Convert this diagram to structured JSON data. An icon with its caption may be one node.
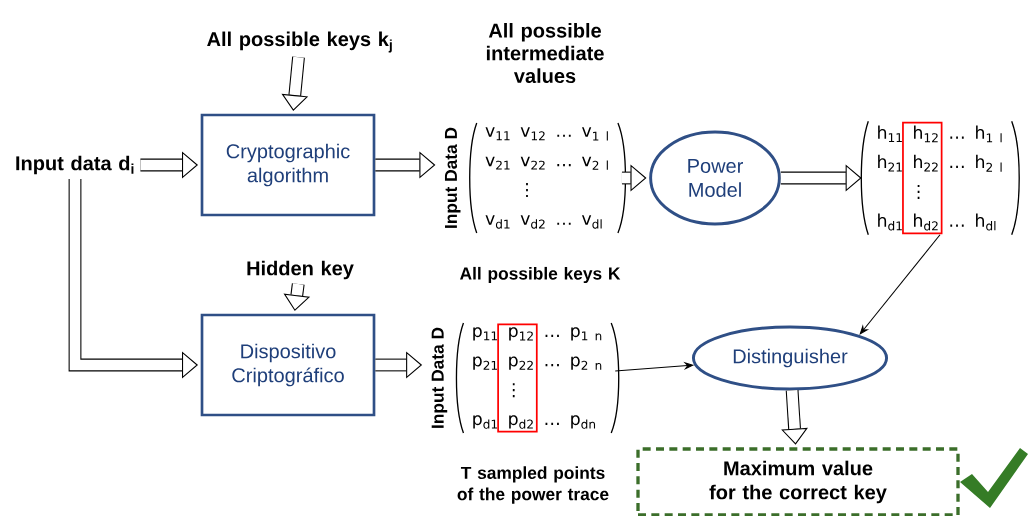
{
  "diagram": {
    "nodes": [
      {
        "text": [
          "Input data d$_{i}$"
        ]
      },
      {
        "text": [
          "All possible keys k$_{j}$"
        ]
      },
      {
        "text": [
          "Cryptographic algorithm"
        ]
      },
      {
        "text": [
          "v$_{11}$ v$_{12}$ … v$_{1 l}$",
          "v$_{21}$ v$_{22}$ … v$_{2 l}$",
          "⋮",
          "v$_{d1}$ v$_{d2}$ … v$_{dl}$"
        ],
        "beside": [
          "All possible intermediate values",
          "Input Data D"
        ]
      },
      {
        "text": [
          "Power Model"
        ]
      },
      {
        "text": [
          "h$_{11}$ h$_{12}$ … h$_{1 l}$",
          "h$_{21}$ h$_{22}$ … h$_{2 l}$",
          "⋮",
          "h$_{d1}$ h$_{d2}$ … h$_{dl}$"
        ]
      },
      {
        "text": [
          "Hidden key"
        ]
      },
      {
        "text": [
          "Dispositivo Criptográfico"
        ]
      },
      {
        "text": [
          "p$_{11}$ p$_{12}$ … p$_{1 n}$",
          "p$_{21}$ p$_{22}$ … p$_{2 n}$",
          "⋮",
          "p$_{d1}$ p$_{d2}$ … p$_{dn}$"
        ],
        "beside": [
          "All possible keys K",
          "Input Data D",
          "T sampled points of the power trace"
        ]
      },
      {
        "text": [
          "Distinguisher"
        ]
      },
      {
        "text": [
          "Maximum value for the correct key"
        ]
      }
    ],
    "edges": [
      {
        "from": 1,
        "to": 2,
        "arrow": "to"
      },
      {
        "from": 0,
        "to": 2,
        "arrow": "to"
      },
      {
        "from": 2,
        "to": 3,
        "arrow": "to"
      },
      {
        "from": 3,
        "to": 4,
        "arrow": "to"
      },
      {
        "from": 4,
        "to": 5,
        "arrow": "to"
      },
      {
        "from": 5,
        "to": 9,
        "arrow": "to"
      },
      {
        "from": 0,
        "to": 7,
        "arrow": "to"
      },
      {
        "from": 6,
        "to": 7,
        "arrow": "to"
      },
      {
        "from": 7,
        "to": 8,
        "arrow": "to"
      },
      {
        "from": 8,
        "to": 9,
        "arrow": "to"
      },
      {
        "from": 9,
        "to": 10,
        "arrow": "to"
      }
    ]
  }
}
